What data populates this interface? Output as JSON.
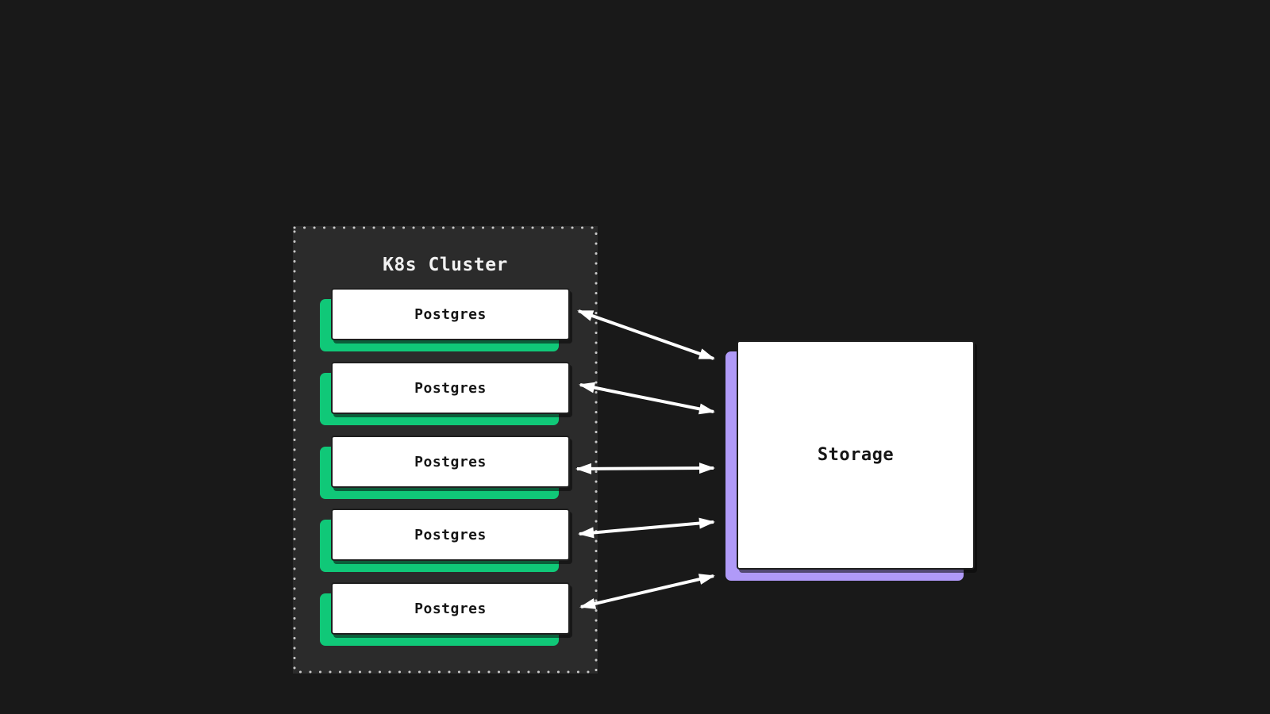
{
  "diagram": {
    "cluster": {
      "title": "K8s Cluster",
      "nodes": [
        {
          "label": "Postgres"
        },
        {
          "label": "Postgres"
        },
        {
          "label": "Postgres"
        },
        {
          "label": "Postgres"
        },
        {
          "label": "Postgres"
        }
      ]
    },
    "storage": {
      "label": "Storage"
    },
    "edges": [
      {
        "from": "Postgres 1",
        "to": "Storage",
        "bidirectional": true
      },
      {
        "from": "Postgres 2",
        "to": "Storage",
        "bidirectional": true
      },
      {
        "from": "Postgres 3",
        "to": "Storage",
        "bidirectional": true
      },
      {
        "from": "Postgres 4",
        "to": "Storage",
        "bidirectional": true
      },
      {
        "from": "Postgres 5",
        "to": "Storage",
        "bidirectional": true
      }
    ],
    "colors": {
      "background": "#191919",
      "cluster_background": "#2b2b2b",
      "cluster_border_dots": "#c9c9c9",
      "node_fill": "#ffffff",
      "node_border": "#1f1f1f",
      "postgres_accent": "#10c878",
      "storage_accent": "#b09af8",
      "arrow": "#ffffff",
      "label_dark": "#161616",
      "title_light": "#f2f2f2"
    }
  }
}
